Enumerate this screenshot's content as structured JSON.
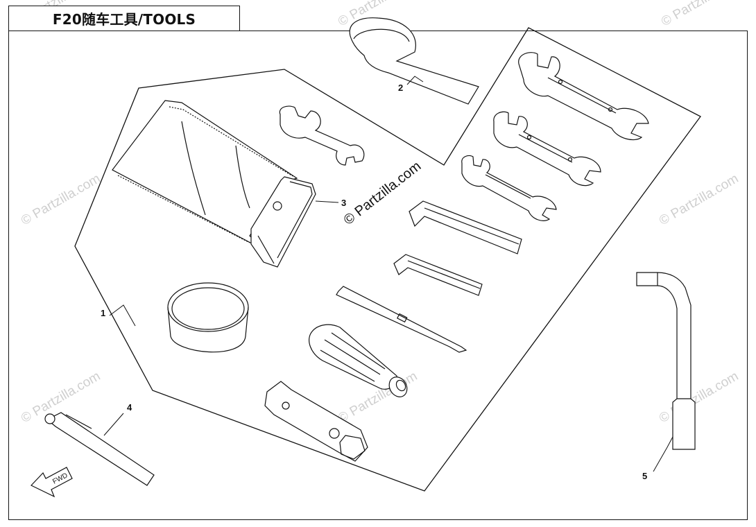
{
  "header": {
    "title": "F20随车工具/TOOLS"
  },
  "callouts": [
    "1",
    "2",
    "3",
    "4",
    "5"
  ],
  "fwd_label": "FWD",
  "watermark": {
    "center": "© Partzilla.com",
    "tiled": "© Partzilla.com"
  },
  "colors": {
    "line": "#111111",
    "watermark": "#c8c8c8"
  }
}
